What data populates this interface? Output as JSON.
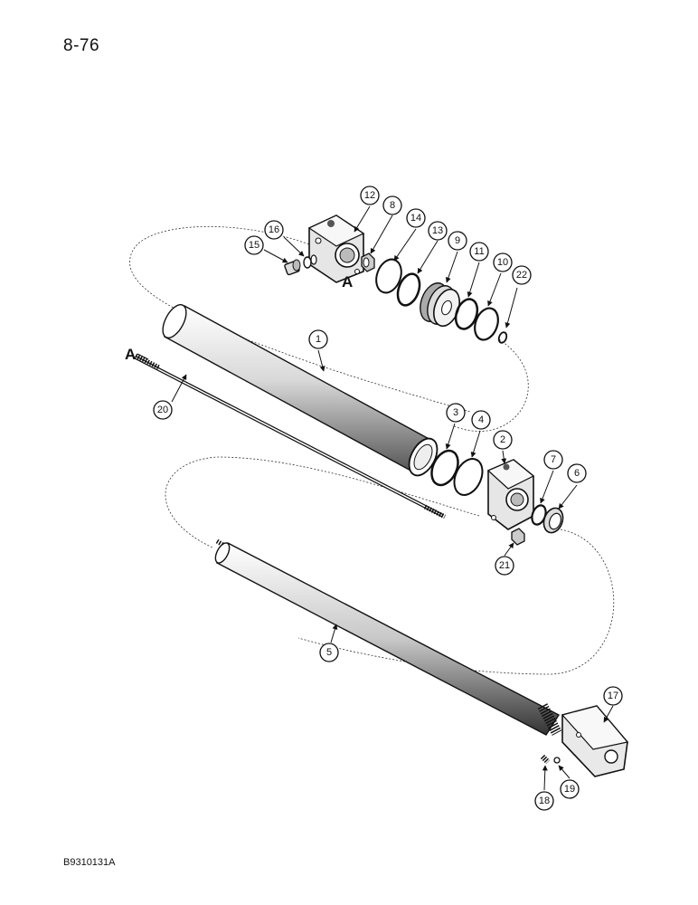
{
  "page_number": "8-76",
  "figure_code": "B9310131A",
  "reference_letters": [
    "A",
    "A"
  ],
  "callouts": [
    "1",
    "2",
    "3",
    "4",
    "5",
    "6",
    "7",
    "8",
    "9",
    "10",
    "11",
    "12",
    "13",
    "14",
    "15",
    "16",
    "17",
    "18",
    "19",
    "20",
    "21",
    "22"
  ]
}
